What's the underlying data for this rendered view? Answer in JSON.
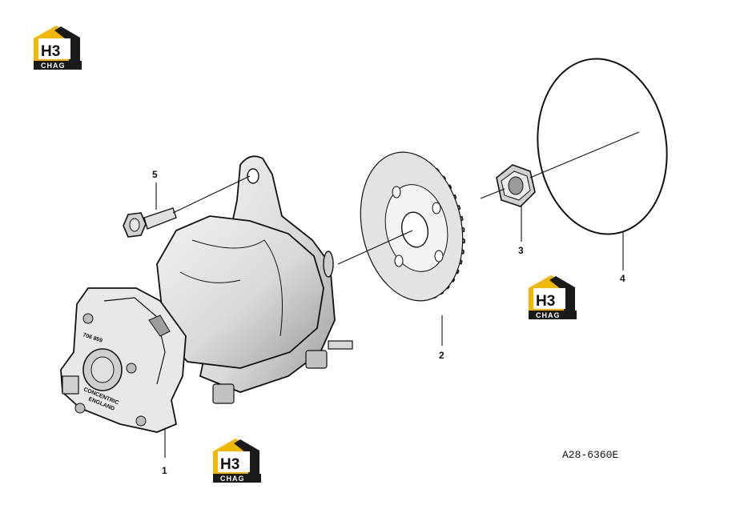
{
  "logo": {
    "letters": "H3",
    "word": "CHAG",
    "accent": "#F2B705",
    "dark": "#1a1a1a"
  },
  "callouts": [
    {
      "id": "1",
      "label": "1"
    },
    {
      "id": "2",
      "label": "2"
    },
    {
      "id": "3",
      "label": "3"
    },
    {
      "id": "4",
      "label": "4"
    },
    {
      "id": "5",
      "label": "5"
    }
  ],
  "figure_ref": "A28-6360E",
  "pump_markings": {
    "code": "706 859",
    "maker": "CONCENTRIC",
    "country": "ENGLAND"
  },
  "colors": {
    "line": "#111111",
    "shade": "#bdbdbd",
    "body": "#e6e6e6"
  }
}
